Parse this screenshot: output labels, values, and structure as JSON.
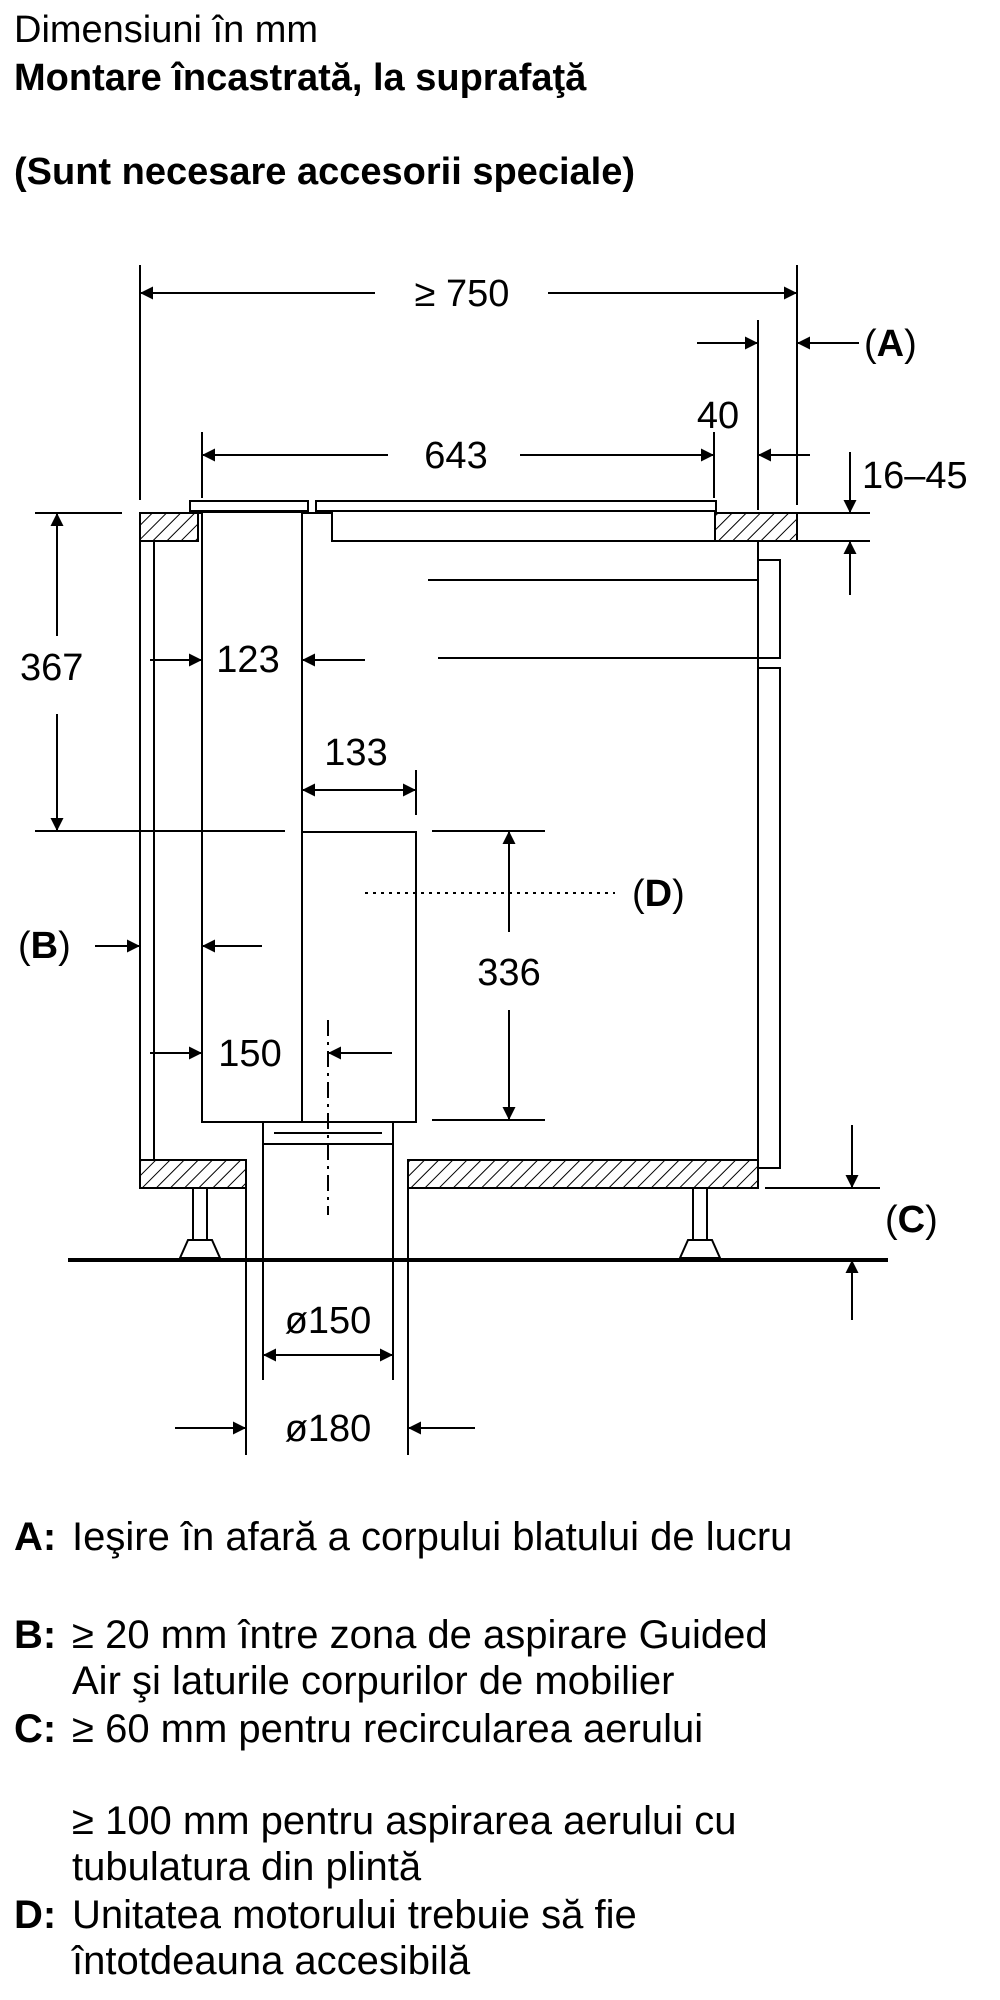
{
  "header": {
    "line1": "Dimensiuni în mm",
    "line2": "Montare încastrată, la suprafaţă",
    "line3": "(Sunt necesare accesorii speciale)"
  },
  "dimensions": {
    "d750": "≥ 750",
    "d643": "643",
    "d40": "40",
    "d16_45": "16–45",
    "d367": "367",
    "d123": "123",
    "d133": "133",
    "d336": "336",
    "d150": "150",
    "dia150": "ø150",
    "dia180": "ø180"
  },
  "callouts": {
    "a": "A",
    "b": "B",
    "c": "C",
    "d": "D"
  },
  "legend": {
    "a_key": "A:",
    "a_text": "Ieşire în afară a corpului blatului de lucru",
    "b_key": "B:",
    "b_text1": "≥ 20 mm între zona de aspirare Guided",
    "b_text2": "Air şi laturile corpurilor de mobilier",
    "c_key": "C:",
    "c_text1": "≥ 60 mm pentru recircularea aerului",
    "c_text2": "≥ 100 mm pentru aspirarea aerului cu",
    "c_text3": "tubulatura din plintă",
    "d_key": "D:",
    "d_text1": "Unitatea motorului trebuie să fie",
    "d_text2": "întotdeauna accesibilă"
  }
}
